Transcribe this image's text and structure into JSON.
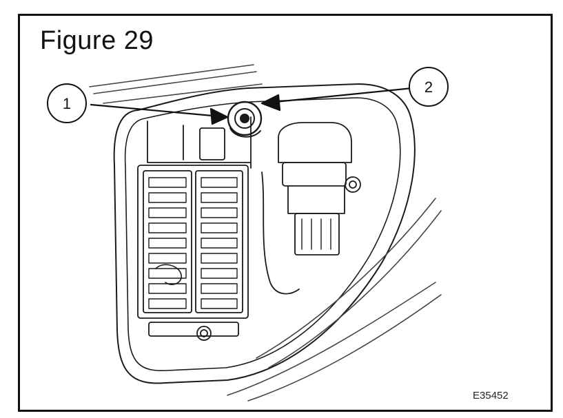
{
  "figure": {
    "title": "Figure 29",
    "ref_code": "E35452"
  },
  "callouts": [
    {
      "number": "1"
    },
    {
      "number": "2"
    }
  ]
}
